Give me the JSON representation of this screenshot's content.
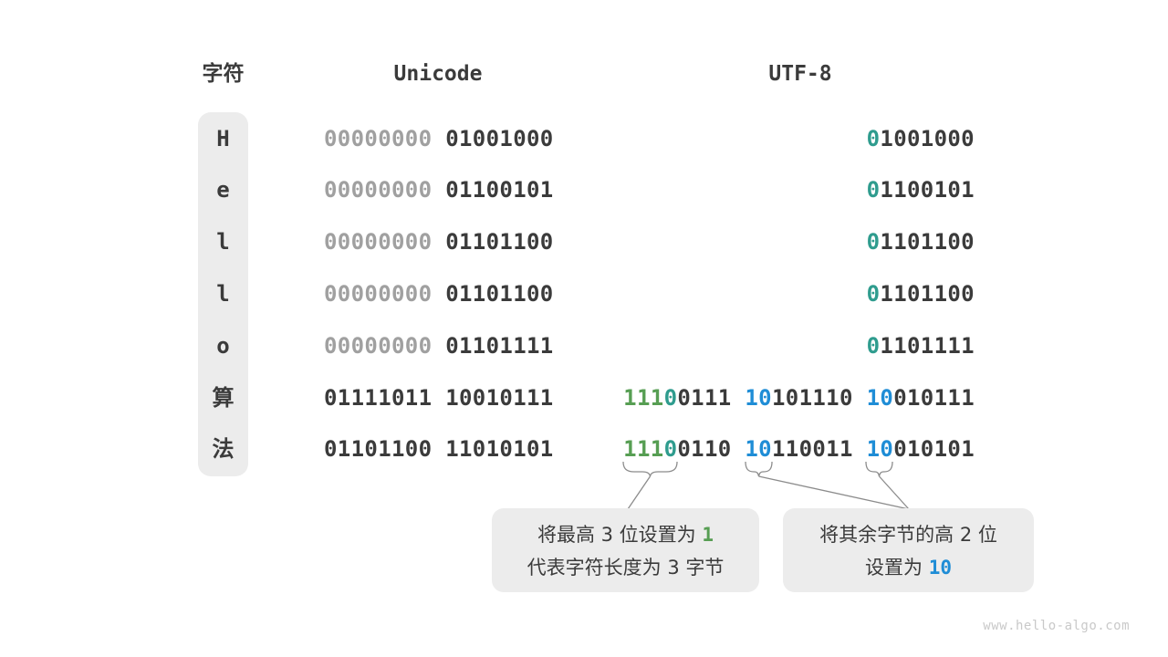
{
  "header": {
    "char": "字符",
    "unicode": "Unicode",
    "utf8": "UTF-8"
  },
  "colors": {
    "dark": "#3b3b3b",
    "gray_leading_zero": "#a0a0a0",
    "teal_prefix": "#2f9c8e",
    "green_prefix": "#579e53",
    "blue_prefix": "#1f8dd6",
    "box_bg": "#ececec"
  },
  "rows": [
    {
      "char": "H",
      "unicode": [
        [
          "00000000 ",
          "gray"
        ],
        [
          "01001000",
          "dark"
        ]
      ],
      "utf8": [
        [
          "0",
          "teal"
        ],
        [
          "1001000",
          "dark"
        ]
      ]
    },
    {
      "char": "e",
      "unicode": [
        [
          "00000000 ",
          "gray"
        ],
        [
          "01100101",
          "dark"
        ]
      ],
      "utf8": [
        [
          "0",
          "teal"
        ],
        [
          "1100101",
          "dark"
        ]
      ]
    },
    {
      "char": "l",
      "unicode": [
        [
          "00000000 ",
          "gray"
        ],
        [
          "01101100",
          "dark"
        ]
      ],
      "utf8": [
        [
          "0",
          "teal"
        ],
        [
          "1101100",
          "dark"
        ]
      ]
    },
    {
      "char": "l",
      "unicode": [
        [
          "00000000 ",
          "gray"
        ],
        [
          "01101100",
          "dark"
        ]
      ],
      "utf8": [
        [
          "0",
          "teal"
        ],
        [
          "1101100",
          "dark"
        ]
      ]
    },
    {
      "char": "o",
      "unicode": [
        [
          "00000000 ",
          "gray"
        ],
        [
          "01101111",
          "dark"
        ]
      ],
      "utf8": [
        [
          "0",
          "teal"
        ],
        [
          "1101111",
          "dark"
        ]
      ]
    },
    {
      "char": "算",
      "unicode": [
        [
          "01111011 10010111",
          "dark"
        ]
      ],
      "utf8": [
        [
          "111",
          "green"
        ],
        [
          "0",
          "teal"
        ],
        [
          "0111 ",
          "dark"
        ],
        [
          "10",
          "blue"
        ],
        [
          "101110 ",
          "dark"
        ],
        [
          "10",
          "blue"
        ],
        [
          "010111",
          "dark"
        ]
      ]
    },
    {
      "char": "法",
      "unicode": [
        [
          "01101100 11010101",
          "dark"
        ]
      ],
      "utf8": [
        [
          "111",
          "green"
        ],
        [
          "0",
          "teal"
        ],
        [
          "0110 ",
          "dark"
        ],
        [
          "10",
          "blue"
        ],
        [
          "110011 ",
          "dark"
        ],
        [
          "10",
          "blue"
        ],
        [
          "010101",
          "dark"
        ]
      ]
    }
  ],
  "callouts": [
    {
      "lines": [
        [
          [
            "将最高 3 位设置为 ",
            "plain"
          ],
          [
            "1",
            "green"
          ]
        ],
        [
          [
            "代表字符长度为 3 字节",
            "plain"
          ]
        ]
      ]
    },
    {
      "lines": [
        [
          [
            "将其余字节的高 2 位",
            "plain"
          ]
        ],
        [
          [
            "设置为 ",
            "plain"
          ],
          [
            "10",
            "blue"
          ]
        ]
      ]
    }
  ],
  "watermark": "www.hello-algo.com"
}
